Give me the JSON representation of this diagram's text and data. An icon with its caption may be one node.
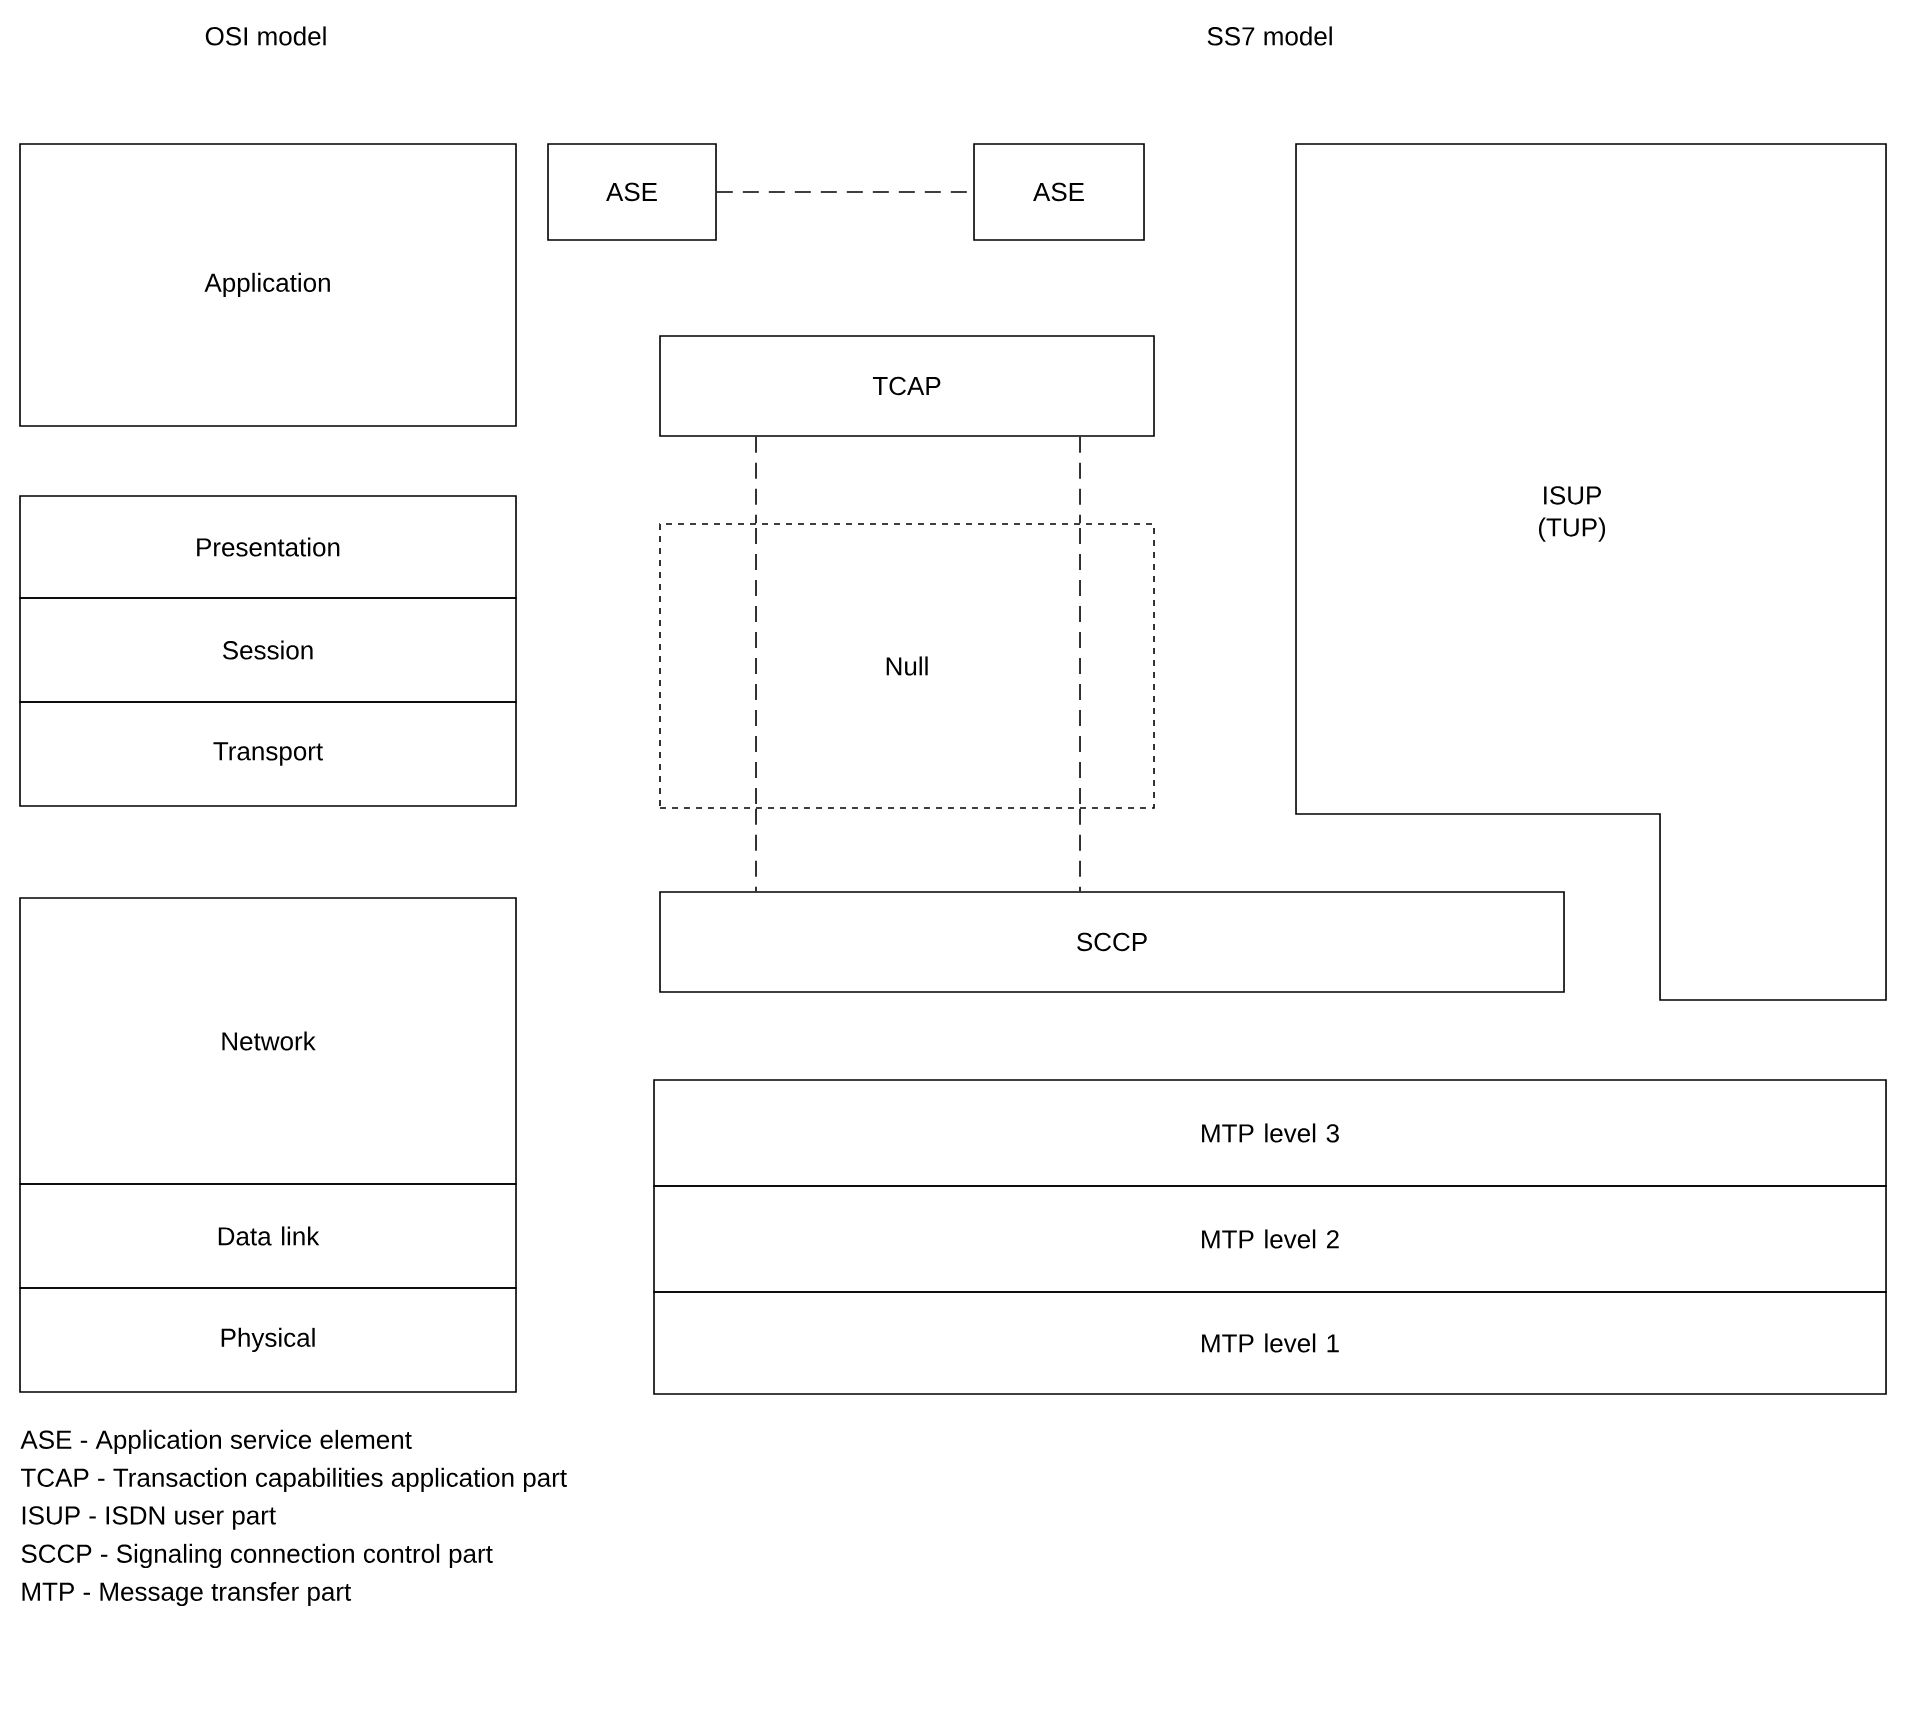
{
  "diagram": {
    "nodes": [
      {
        "text": [
          "Application"
        ]
      },
      {
        "text": [
          "Presentation"
        ]
      },
      {
        "text": [
          "Session"
        ]
      },
      {
        "text": [
          "Transport"
        ]
      },
      {
        "text": [
          "Network"
        ]
      },
      {
        "text": [
          "Data link"
        ]
      },
      {
        "text": [
          "Physical"
        ]
      },
      {
        "text": [
          "ASE"
        ]
      },
      {
        "text": [
          "ASE"
        ]
      },
      {
        "text": [
          "TCAP"
        ]
      },
      {
        "text": [
          "Null"
        ]
      },
      {
        "text": [
          "SCCP"
        ]
      },
      {
        "text": [
          "ISUP (TUP)"
        ]
      },
      {
        "text": [
          "MTP level 3"
        ]
      },
      {
        "text": [
          "MTP level 2"
        ]
      },
      {
        "text": [
          "MTP level 1"
        ]
      }
    ],
    "edges": [
      {
        "from": 7,
        "to": 8,
        "arrow": "none",
        "style": "dashed"
      },
      {
        "from": 9,
        "to": 10,
        "arrow": "none",
        "style": "dashed"
      },
      {
        "from": 9,
        "to": 10,
        "arrow": "none",
        "style": "dashed"
      },
      {
        "from": 10,
        "to": 11,
        "arrow": "none",
        "style": "dashed"
      },
      {
        "from": 10,
        "to": 11,
        "arrow": "none",
        "style": "dashed"
      }
    ],
    "labels": [
      "OSI model",
      "SS7 model",
      "ASE - Application service element",
      "TCAP - Transaction capabilities application part",
      "ISUP - ISDN user part",
      "SCCP - Signaling connection control part",
      "MTP - Message transfer part"
    ]
  }
}
